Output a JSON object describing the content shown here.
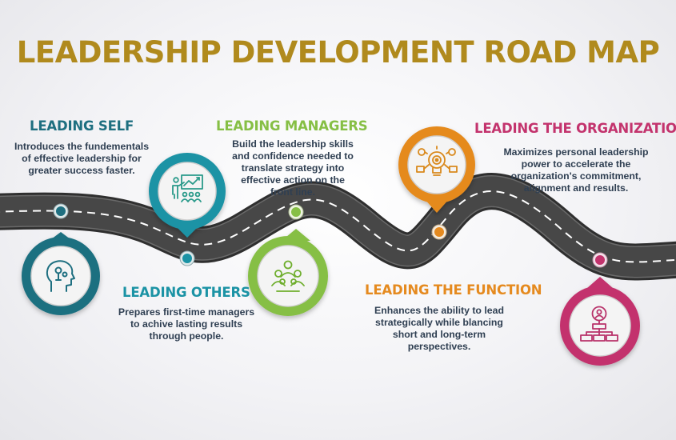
{
  "title": "LEADERSHIP DEVELOPMENT ROAD MAP",
  "colors": {
    "title": "#b08a1d",
    "road": "#404040",
    "self": "#1e6f80",
    "others": "#1b93a5",
    "managers": "#86bf45",
    "function": "#e58a1f",
    "organization": "#c3336d"
  },
  "stages": [
    {
      "id": "self",
      "heading": "LEADING SELF",
      "description": "Introduces the fundementals\nof effective leadership for\ngreater success faster.",
      "icon": "brain-head-icon"
    },
    {
      "id": "others",
      "heading": "LEADING OTHERS",
      "description": "Prepares first-time managers\nto achive lasting results\nthrough people.",
      "icon": "presentation-board-icon"
    },
    {
      "id": "managers",
      "heading": "LEADING MANAGERS",
      "description": "Build the leadership skills\nand confidence needed to\ntranslate strategy into\neffective action on the\nfront line.",
      "icon": "team-group-icon"
    },
    {
      "id": "function",
      "heading": "LEADING THE FUNCTION",
      "description": "Enhances the ability to lead\nstrategically while blancing\nshort and long-term\nperspectives.",
      "icon": "strategy-bulb-icon"
    },
    {
      "id": "organization",
      "heading": "LEADING THE ORGANIZATION",
      "description": "Maximizes personal leadership\npower to accelerate the\norganization's commitment,\nalignment and results.",
      "icon": "org-chart-icon"
    }
  ]
}
